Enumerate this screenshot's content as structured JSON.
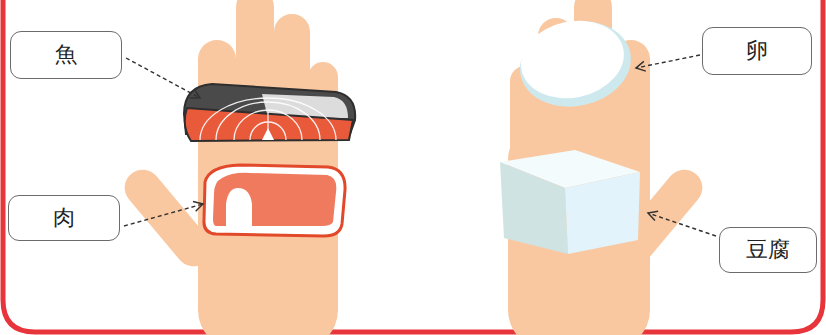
{
  "diagram": {
    "nodes": [
      {
        "text": [
          "魚"
        ]
      },
      {
        "text": [
          "肉"
        ]
      },
      {
        "text": [
          "卵"
        ]
      },
      {
        "text": [
          "豆腐"
        ]
      }
    ]
  }
}
